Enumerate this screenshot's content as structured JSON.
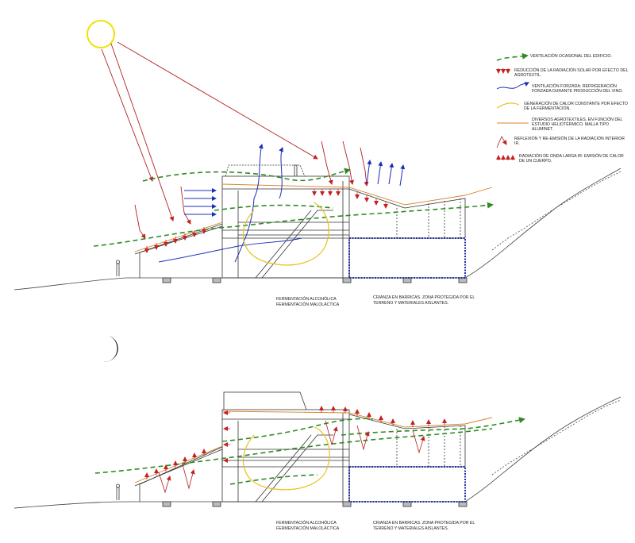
{
  "legend": [
    {
      "key": "ventilation",
      "symbol": "green-dashed-arrow",
      "color": "#2e8b22",
      "text": "VENTILACIÓN OCASIONAL DEL EDIFICIO."
    },
    {
      "key": "solar",
      "symbol": "red-small-arrows",
      "color": "#d42020",
      "text": "REDUCCIÓN DE LA RADIACIÓN SOLAR POR EFECTO DEL AGROTEXTIL."
    },
    {
      "key": "forced",
      "symbol": "blue-wavy-arrow",
      "color": "#1c2fb8",
      "text": "VENTILACIÓN FORZADA: REFRIGERACIÓN FORZADA DURANTE PRODUCCIÓN DEL VINO."
    },
    {
      "key": "heat",
      "symbol": "yellow-curve",
      "color": "#e6c21a",
      "text": "GENERACIÓN DE CALOR CONSTANTE POR EFECTO DE LA FERMENTACIÓN."
    },
    {
      "key": "agrotextil",
      "symbol": "orange-line",
      "color": "#d9822b",
      "text": "DIVERSOS AGROTEXTILES, EN FUNCIÓN DEL ESTUDIO HELIOTÉRMICO. MALLA TIPO ALUMINET."
    },
    {
      "key": "reflection",
      "symbol": "red-bent-arrow",
      "color": "#b02020",
      "text": "REFLEXIÓN Y RE-EMISIÓN DE LA RADIACIÓN INTERIOR IR."
    },
    {
      "key": "longwave",
      "symbol": "red-arrow-row",
      "color": "#d42020",
      "text": "RADIACIÓN DE ONDA LARGA IR: EMISIÓN DE CALOR DE UN CUERPO."
    }
  ],
  "sections": [
    {
      "key": "day",
      "note_fermentation": [
        "FERMENTACIÓN ALCOHÓLICA",
        "FERMENTACIÓN MALOLÁCTICA"
      ],
      "note_crianza": [
        "CRIANZA EN BARRICAS. ZONA PROTEGIDA POR EL",
        "TERRENO Y MATERIALES AISLANTES."
      ]
    },
    {
      "key": "night",
      "note_fermentation": [
        "FERMENTACIÓN ALCOHÓLICA",
        "FERMENTACIÓN MALOLÁCTICA"
      ],
      "note_crianza": [
        "CRIANZA EN BARRICAS. ZONA PROTEGIDA POR EL",
        "TERRENO Y MATERIALES AISLANTES."
      ]
    }
  ],
  "colors": {
    "sun": "#f0e000",
    "moon": "#000000",
    "sunray": "#b52020",
    "ventilation": "#2e8b22",
    "forced": "#1c2fb8",
    "heat": "#e6c21a",
    "agrotextil": "#d9822b",
    "radiation": "#d42020",
    "storage": "#2233aa",
    "structure": "#333333"
  }
}
